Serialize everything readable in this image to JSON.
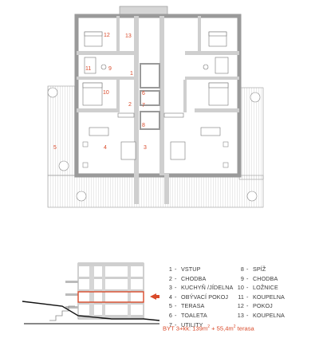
{
  "plan": {
    "room_labels": [
      "1",
      "2",
      "3",
      "4",
      "5",
      "6",
      "7",
      "8",
      "9",
      "10",
      "11",
      "12",
      "13"
    ]
  },
  "legend": {
    "left": [
      {
        "num": "1",
        "name": "VSTUP"
      },
      {
        "num": "2",
        "name": "CHODBA"
      },
      {
        "num": "3",
        "name": "KUCHYŇ /JÍDELNA"
      },
      {
        "num": "4",
        "name": "OBÝVACÍ POKOJ"
      },
      {
        "num": "5",
        "name": "TERASA"
      },
      {
        "num": "6",
        "name": "TOALETA"
      },
      {
        "num": "7",
        "name": "UTILITY"
      }
    ],
    "right": [
      {
        "num": "8",
        "name": "SPÍŽ"
      },
      {
        "num": "9",
        "name": "CHODBA"
      },
      {
        "num": "10",
        "name": "LOŽNICE"
      },
      {
        "num": "11",
        "name": "KOUPELNA"
      },
      {
        "num": "12",
        "name": "POKOJ"
      },
      {
        "num": "13",
        "name": "KOUPELNA"
      }
    ]
  },
  "summary": {
    "prefix": "BYT 3+kk: 139m",
    "exp1": "2",
    "middle": " + 55,4m",
    "exp2": "2",
    "suffix": " terasa"
  },
  "colors": {
    "accent": "#d94a2a",
    "wall": "#9a9a9a",
    "fill": "#d6d6d6"
  }
}
